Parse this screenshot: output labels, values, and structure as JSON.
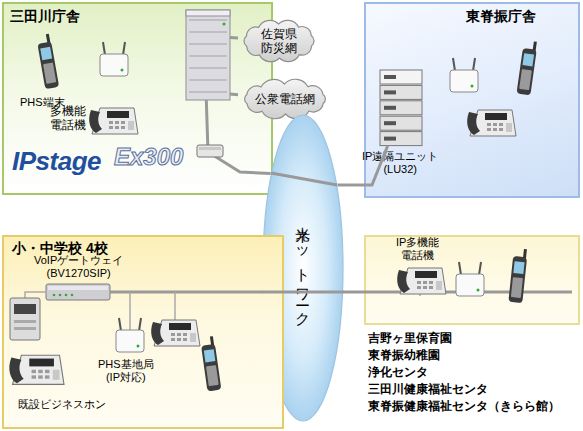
{
  "diagram": {
    "nodes": [
      {
        "text": [
          "三田川庁舎"
        ]
      },
      {
        "text": [
          "IPstage",
          "Ex300"
        ],
        "in": 0
      },
      {
        "text": [
          "佐賀県 防災網"
        ]
      },
      {
        "text": [
          "公衆電話網"
        ]
      },
      {
        "text": [
          "東脊振庁舎"
        ]
      },
      {
        "text": [
          "IP遠隔ユニット (LU32)"
        ],
        "in": 4
      },
      {
        "text": [
          "光ネットワーク"
        ]
      },
      {
        "text": [
          "小・中学校 4校"
        ]
      },
      {
        "text": [
          "VoIPゲートウェイ (BV1270SIP)"
        ],
        "in": 7
      },
      {
        "text": [
          "吉野ヶ里保育園",
          "東脊振幼稚園",
          "浄化センタ",
          "三田川健康福祉センタ",
          "東脊振健康福祉センタ（きらら館）"
        ]
      }
    ],
    "edges": [
      {
        "from": 1,
        "to": 2,
        "arrow": "none"
      },
      {
        "from": 1,
        "to": 3,
        "arrow": "none"
      },
      {
        "from": 1,
        "to": 6,
        "arrow": "none"
      },
      {
        "from": 6,
        "to": 5,
        "arrow": "none"
      },
      {
        "from": 8,
        "to": 6,
        "arrow": "none"
      },
      {
        "from": 6,
        "to": 9,
        "arrow": "none"
      }
    ],
    "labels": [
      "PHS端末",
      "多機能 電話機",
      "IP多機能 電話機",
      "PHS基地局 (IP対応)",
      "既設ビジネスホン"
    ]
  }
}
